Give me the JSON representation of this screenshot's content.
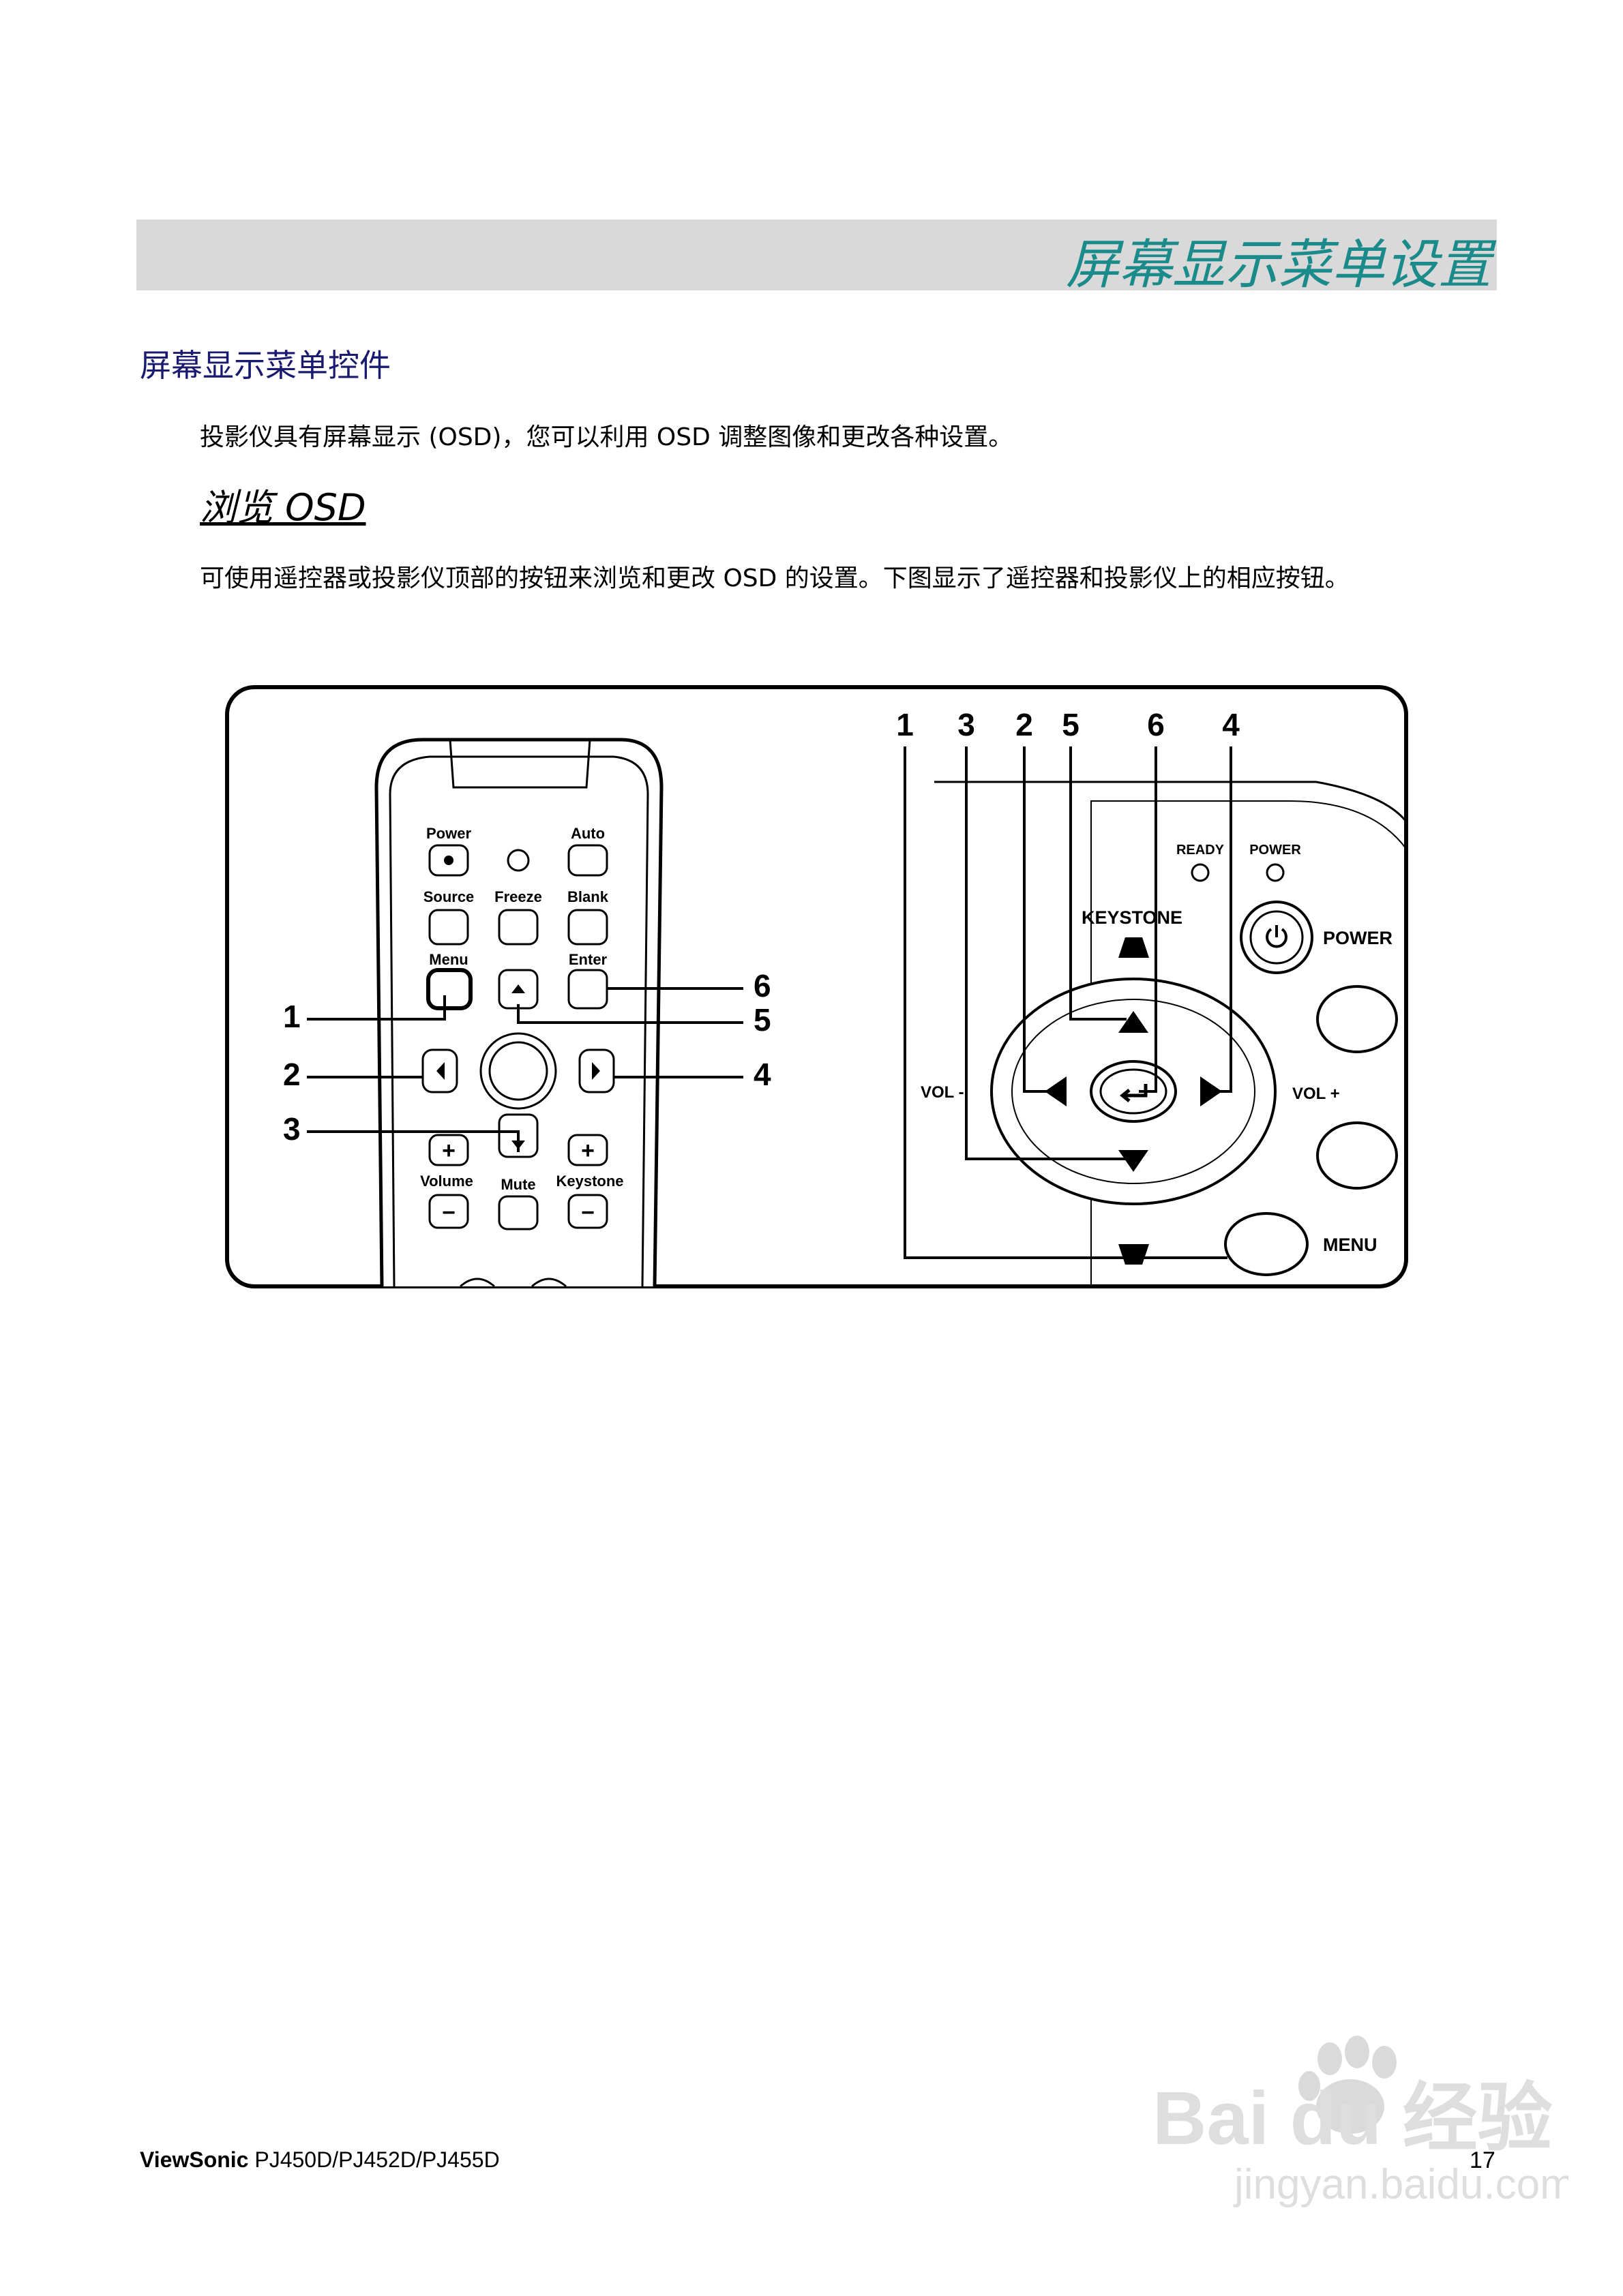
{
  "header": {
    "title": "屏幕显示菜单设置"
  },
  "section": {
    "heading": "屏幕显示菜单控件",
    "intro": "投影仪具有屏幕显示 (OSD)，您可以利用 OSD 调整图像和更改各种设置。",
    "subheading": "浏览 OSD",
    "body": "可使用遥控器或投影仪顶部的按钮来浏览和更改 OSD 的设置。下图显示了遥控器和投影仪上的相应按钮。"
  },
  "figure": {
    "remote": {
      "power": "Power",
      "auto": "Auto",
      "source": "Source",
      "freeze": "Freeze",
      "blank": "Blank",
      "menu": "Menu",
      "enter": "Enter",
      "volume": "Volume",
      "mute": "Mute",
      "keystone": "Keystone",
      "plus": "+",
      "minus": "−"
    },
    "callouts_left": {
      "c1": "1",
      "c2": "2",
      "c3": "3",
      "c4": "4",
      "c5": "5",
      "c6": "6"
    },
    "callouts_top": [
      "1",
      "3",
      "2",
      "5",
      "6",
      "4"
    ],
    "panel": {
      "ready": "READY",
      "power_led": "POWER",
      "keystone": "KEYSTONE",
      "power": "POWER",
      "vol_minus": "VOL -",
      "vol_plus": "VOL +",
      "menu": "MENU"
    }
  },
  "footer": {
    "brand": "ViewSonic",
    "model": "PJ450D/PJ452D/PJ455D",
    "page": "17"
  },
  "watermark": {
    "logo": "Bai du 经验",
    "url": "jingyan.baidu.com"
  }
}
